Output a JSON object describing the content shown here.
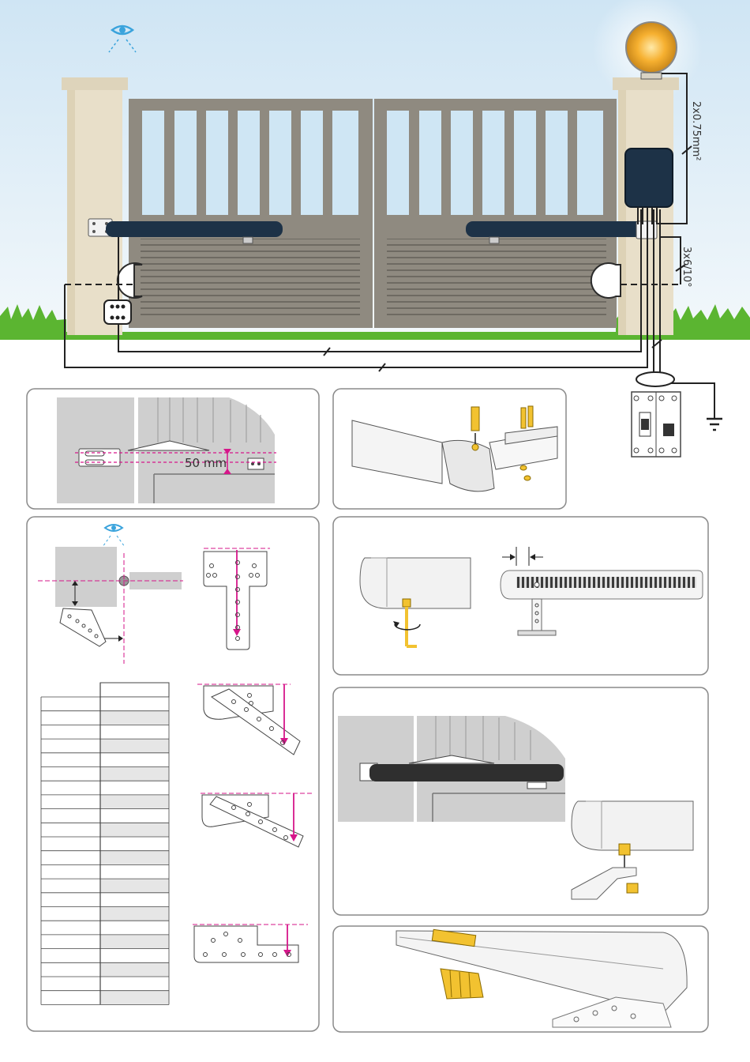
{
  "labels": {
    "light_cable": "2x0.75mm²",
    "power_cable": "3x6/10°",
    "gap_distance": "50 mm"
  },
  "colors": {
    "sky_top": "#cfe5f4",
    "sky_bottom": "#eef6fb",
    "grass": "#5bb531",
    "pillar": "#e8dfc9",
    "gate": "#8f8a80",
    "gate_glass": "#cfe6f4",
    "motor": "#1d3247",
    "accent_magenta": "#d6168a",
    "panel_border": "#8a8a8a",
    "wire": "#222222",
    "eye": "#3aa3dc",
    "lamp": "#f6b030",
    "part_yellow": "#f2c230"
  },
  "icons": [
    "eye-icon",
    "warning-lamp-icon",
    "junction-box-icon",
    "control-box-icon",
    "breaker-icon",
    "ground-icon",
    "hex-key-icon",
    "bolt-icon"
  ],
  "mounting_table": {
    "rows": 22
  }
}
